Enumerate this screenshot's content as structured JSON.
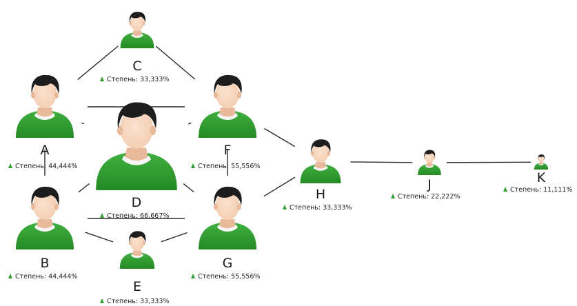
{
  "colors": {
    "shirt": "#3fb03f",
    "shirt_dark": "#258a25",
    "skin": "#f4cdb1",
    "hair": "#1d1d1d",
    "edge": "#2b2b2b",
    "triangle": "#2f9e2f"
  },
  "icons": {
    "person": "person-icon",
    "metric": "triangle-up-icon"
  },
  "metric_prefix": "Степень:",
  "nodes": [
    {
      "id": "A",
      "label": "A",
      "metric": "44,444%"
    },
    {
      "id": "B",
      "label": "B",
      "metric": "44,444%"
    },
    {
      "id": "C",
      "label": "C",
      "metric": "33,333%"
    },
    {
      "id": "D",
      "label": "D",
      "metric": "66,667%"
    },
    {
      "id": "E",
      "label": "E",
      "metric": "33,333%"
    },
    {
      "id": "F",
      "label": "F",
      "metric": "55,556%"
    },
    {
      "id": "G",
      "label": "G",
      "metric": "55,556%"
    },
    {
      "id": "H",
      "label": "H",
      "metric": "33,333%"
    },
    {
      "id": "J",
      "label": "J",
      "metric": "22,222%"
    },
    {
      "id": "K",
      "label": "K",
      "metric": "11,111%"
    }
  ],
  "edges": [
    [
      "A",
      "C"
    ],
    [
      "C",
      "F"
    ],
    [
      "A",
      "F"
    ],
    [
      "A",
      "D"
    ],
    [
      "F",
      "D"
    ],
    [
      "A",
      "B"
    ],
    [
      "F",
      "G"
    ],
    [
      "B",
      "D"
    ],
    [
      "G",
      "D"
    ],
    [
      "B",
      "E"
    ],
    [
      "E",
      "G"
    ],
    [
      "B",
      "G"
    ],
    [
      "F",
      "H"
    ],
    [
      "G",
      "H"
    ],
    [
      "H",
      "J"
    ],
    [
      "J",
      "K"
    ]
  ]
}
